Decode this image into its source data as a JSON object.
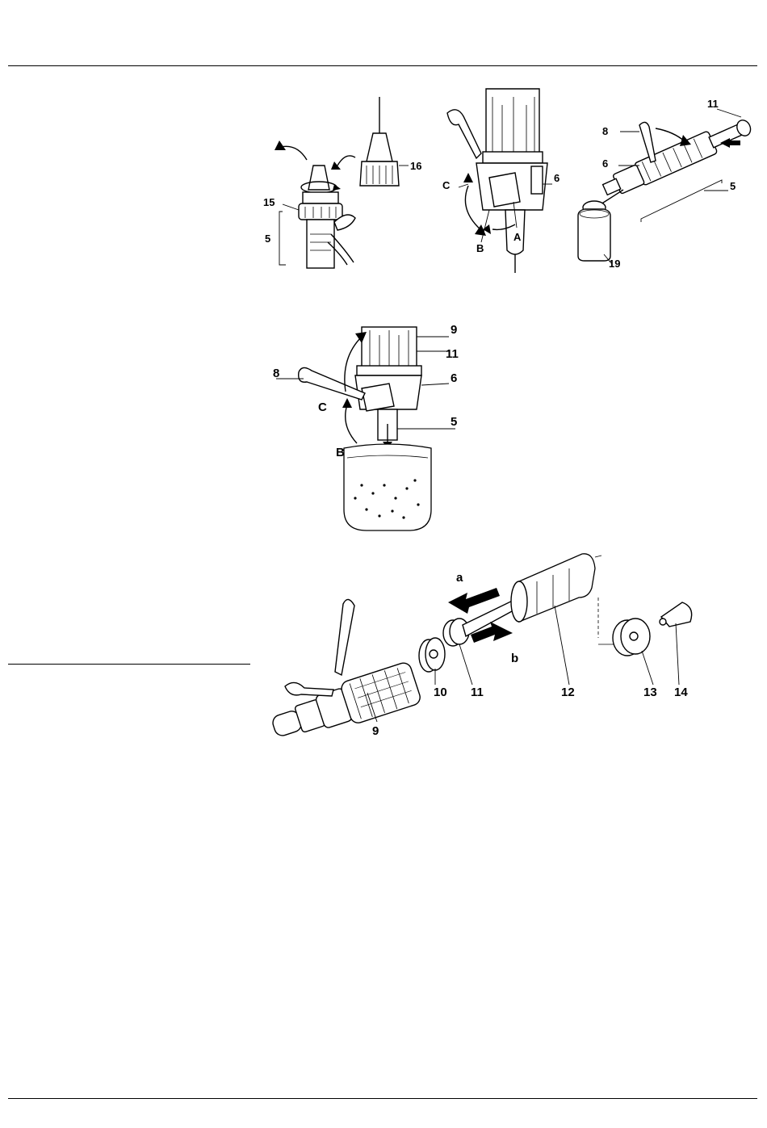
{
  "figure1": {
    "callouts": [
      "16",
      "15",
      "5"
    ]
  },
  "figure2": {
    "callouts": [
      "C",
      "6",
      "B",
      "A"
    ]
  },
  "figure3": {
    "callouts": [
      "11",
      "8",
      "6",
      "5",
      "19"
    ]
  },
  "figure4": {
    "callouts": [
      "9",
      "11",
      "8",
      "6",
      "C",
      "5",
      "B"
    ]
  },
  "figure5": {
    "callouts": [
      "a",
      "b",
      "10",
      "11",
      "12",
      "13",
      "14",
      "9"
    ]
  }
}
